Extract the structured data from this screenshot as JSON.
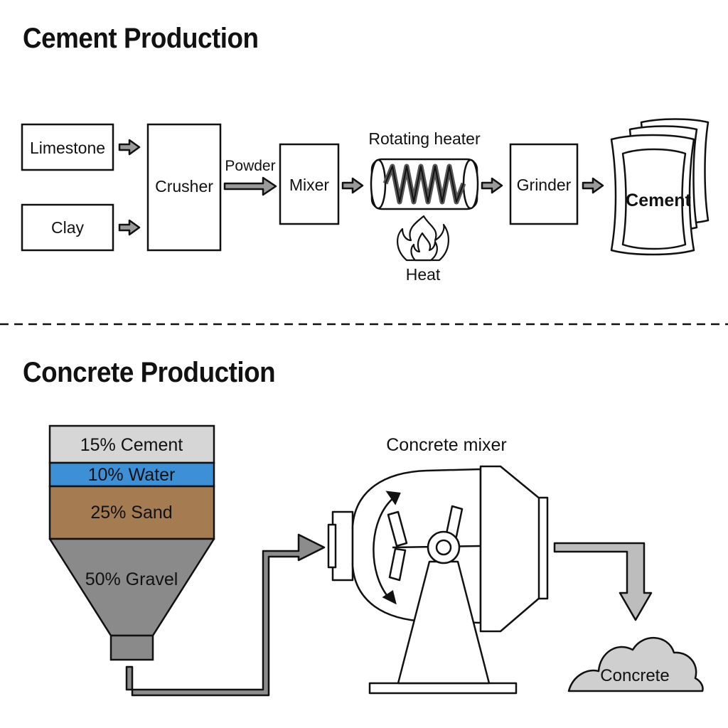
{
  "cement_section": {
    "title": "Cement Production",
    "inputs": [
      "Limestone",
      "Clay"
    ],
    "crusher": "Crusher",
    "powder_label": "Powder",
    "mixer": "Mixer",
    "heater": "Rotating heater",
    "heat": "Heat",
    "grinder": "Grinder",
    "product": "Cement"
  },
  "concrete_section": {
    "title": "Concrete Production",
    "hopper_layers": [
      {
        "label": "15% Cement",
        "percent": 15,
        "color": "#d6d6d6"
      },
      {
        "label": "10% Water",
        "percent": 10,
        "color": "#3d8fd6"
      },
      {
        "label": "25% Sand",
        "percent": 25,
        "color": "#a57b52"
      },
      {
        "label": "50% Gravel",
        "percent": 50,
        "color": "#8a8a8a"
      }
    ],
    "mixer_label": "Concrete mixer",
    "output": "Concrete"
  },
  "colors": {
    "line": "#111111",
    "arrow_fill": "#9a9a9a",
    "pipe_fill": "#8c8c8c",
    "pile_fill": "#cfcfcf"
  }
}
